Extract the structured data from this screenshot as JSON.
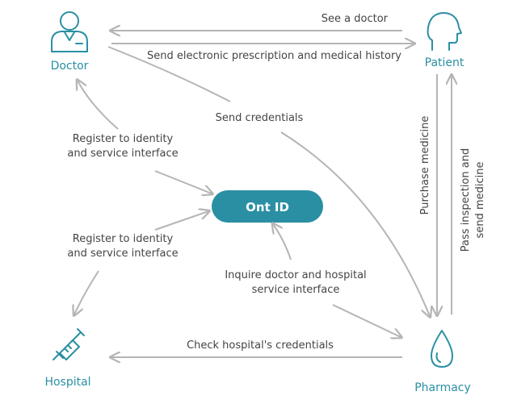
{
  "nodes": {
    "doctor": "Doctor",
    "patient": "Patient",
    "hospital": "Hospital",
    "pharmacy": "Pharmacy",
    "ontid": "Ont ID"
  },
  "edges": {
    "see_doctor": "See a doctor",
    "send_prescription": "Send electronic prescription and medical history",
    "send_credentials": "Send credentials",
    "register_doctor_1": "Register to identity",
    "register_doctor_2": "and service interface",
    "register_hospital_1": "Register to identity",
    "register_hospital_2": "and service interface",
    "inquire_1": "Inquire doctor and hospital",
    "inquire_2": "service interface",
    "check_credentials": "Check hospital's credentials",
    "purchase_medicine": "Purchase medicine",
    "pass_inspection_1": "Pass inspection and",
    "pass_inspection_2": "send medicine"
  },
  "colors": {
    "accent": "#2a8fa3",
    "arrow": "#b5b5b5",
    "text": "#444444"
  },
  "icons": {
    "doctor": "doctor-icon",
    "patient": "patient-head-icon",
    "hospital": "syringe-icon",
    "pharmacy": "drop-icon"
  }
}
